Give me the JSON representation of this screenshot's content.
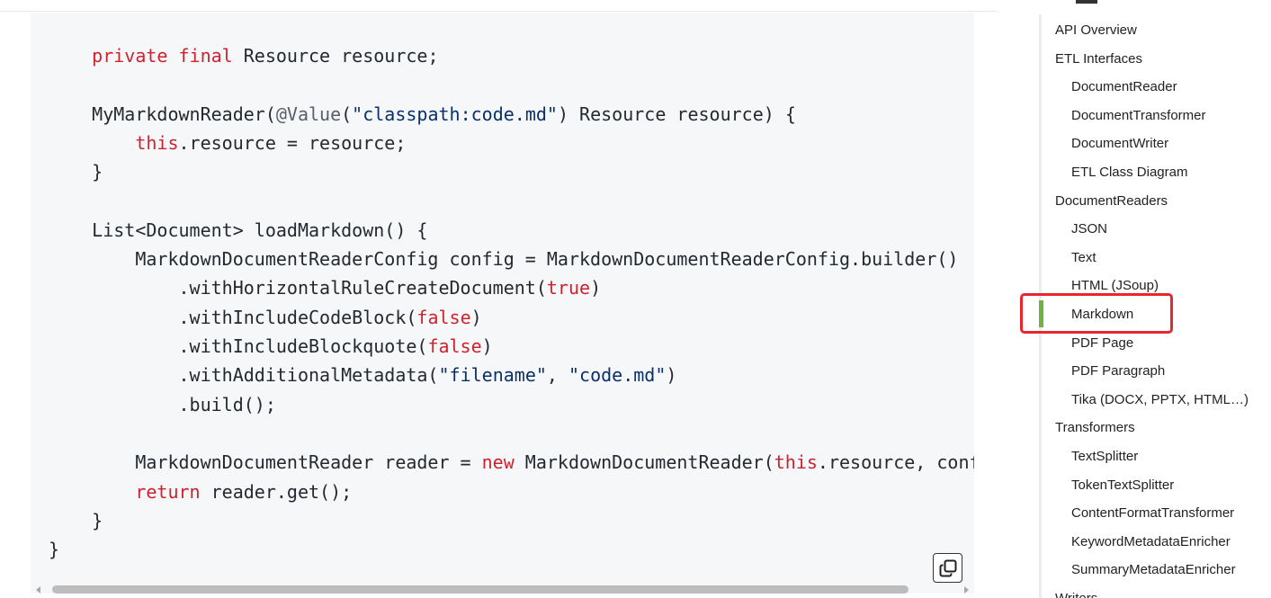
{
  "code": {
    "lines": [
      [
        {
          "t": "    "
        },
        {
          "t": "private final",
          "c": "kw"
        },
        {
          "t": " Resource resource;"
        }
      ],
      [],
      [
        {
          "t": "    MyMarkdownReader("
        },
        {
          "t": "@Value",
          "c": "ann"
        },
        {
          "t": "("
        },
        {
          "t": "\"classpath:code.md\"",
          "c": "str"
        },
        {
          "t": ") Resource resource) {"
        }
      ],
      [
        {
          "t": "        "
        },
        {
          "t": "this",
          "c": "kw"
        },
        {
          "t": ".resource = resource;"
        }
      ],
      [
        {
          "t": "    }"
        }
      ],
      [],
      [
        {
          "t": "    List<Document> loadMarkdown() {"
        }
      ],
      [
        {
          "t": "        MarkdownDocumentReaderConfig config = MarkdownDocumentReaderConfig.builder()"
        }
      ],
      [
        {
          "t": "            .withHorizontalRuleCreateDocument("
        },
        {
          "t": "true",
          "c": "kw"
        },
        {
          "t": ")"
        }
      ],
      [
        {
          "t": "            .withIncludeCodeBlock("
        },
        {
          "t": "false",
          "c": "kw"
        },
        {
          "t": ")"
        }
      ],
      [
        {
          "t": "            .withIncludeBlockquote("
        },
        {
          "t": "false",
          "c": "kw"
        },
        {
          "t": ")"
        }
      ],
      [
        {
          "t": "            .withAdditionalMetadata("
        },
        {
          "t": "\"filename\"",
          "c": "str"
        },
        {
          "t": ", "
        },
        {
          "t": "\"code.md\"",
          "c": "str"
        },
        {
          "t": ")"
        }
      ],
      [
        {
          "t": "            .build();"
        }
      ],
      [],
      [
        {
          "t": "        MarkdownDocumentReader reader = "
        },
        {
          "t": "new",
          "c": "kw"
        },
        {
          "t": " MarkdownDocumentReader("
        },
        {
          "t": "this",
          "c": "kw"
        },
        {
          "t": ".resource, config);"
        }
      ],
      [
        {
          "t": "        "
        },
        {
          "t": "return",
          "c": "kw"
        },
        {
          "t": " reader.get();"
        }
      ],
      [
        {
          "t": "    }"
        }
      ],
      [
        {
          "t": "}"
        }
      ]
    ]
  },
  "toc": {
    "items": [
      {
        "label": "API Overview",
        "level": 1
      },
      {
        "label": "ETL Interfaces",
        "level": 1
      },
      {
        "label": "DocumentReader",
        "level": 2
      },
      {
        "label": "DocumentTransformer",
        "level": 2
      },
      {
        "label": "DocumentWriter",
        "level": 2
      },
      {
        "label": "ETL Class Diagram",
        "level": 2
      },
      {
        "label": "DocumentReaders",
        "level": 1
      },
      {
        "label": "JSON",
        "level": 2
      },
      {
        "label": "Text",
        "level": 2
      },
      {
        "label": "HTML (JSoup)",
        "level": 2
      },
      {
        "label": "Markdown",
        "level": 2,
        "active": true
      },
      {
        "label": "PDF Page",
        "level": 2
      },
      {
        "label": "PDF Paragraph",
        "level": 2
      },
      {
        "label": "Tika (DOCX, PPTX, HTML…)",
        "level": 2
      },
      {
        "label": "Transformers",
        "level": 1
      },
      {
        "label": "TextSplitter",
        "level": 2
      },
      {
        "label": "TokenTextSplitter",
        "level": 2
      },
      {
        "label": "ContentFormatTransformer",
        "level": 2
      },
      {
        "label": "KeywordMetadataEnricher",
        "level": 2
      },
      {
        "label": "SummaryMetadataEnricher",
        "level": 2
      },
      {
        "label": "Writers",
        "level": 1
      }
    ]
  },
  "colors": {
    "keyword": "#cf222e",
    "string": "#0a3069",
    "annotation": "#57606a",
    "code_bg": "#f6f7f9",
    "toc_active": "#6db33f",
    "highlight_border": "#e8262d"
  },
  "icons": {
    "copy_button": "copy-icon"
  }
}
